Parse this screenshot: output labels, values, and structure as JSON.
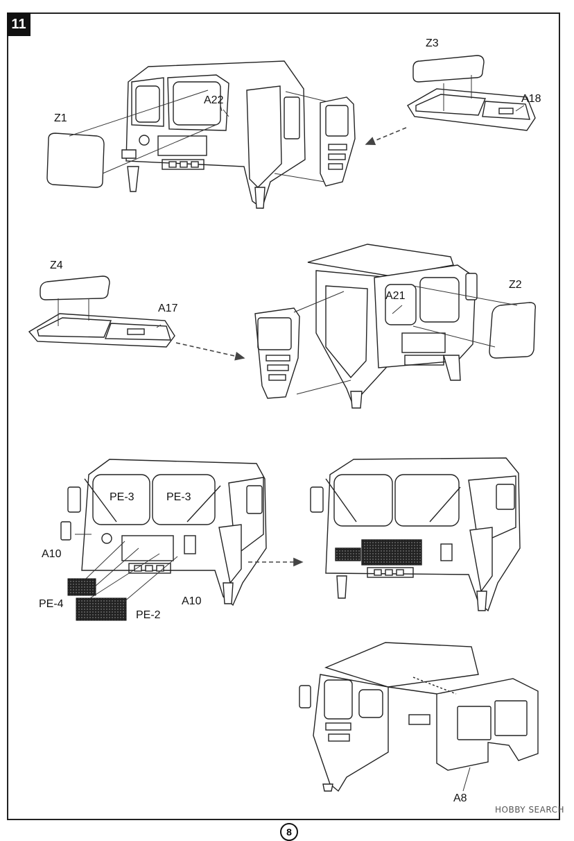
{
  "step": {
    "number": "11"
  },
  "labels": {
    "z1": "Z1",
    "a22": "A22",
    "z3": "Z3",
    "a18": "A18",
    "z4": "Z4",
    "a17": "A17",
    "a21": "A21",
    "z2": "Z2",
    "pe3_left": "PE-3",
    "pe3_right": "PE-3",
    "a10_left": "A10",
    "a10_bottom": "A10",
    "pe4": "PE-4",
    "pe2": "PE-2",
    "a8": "A8"
  },
  "watermark": "HOBBY SEARCH",
  "page_number": "8"
}
